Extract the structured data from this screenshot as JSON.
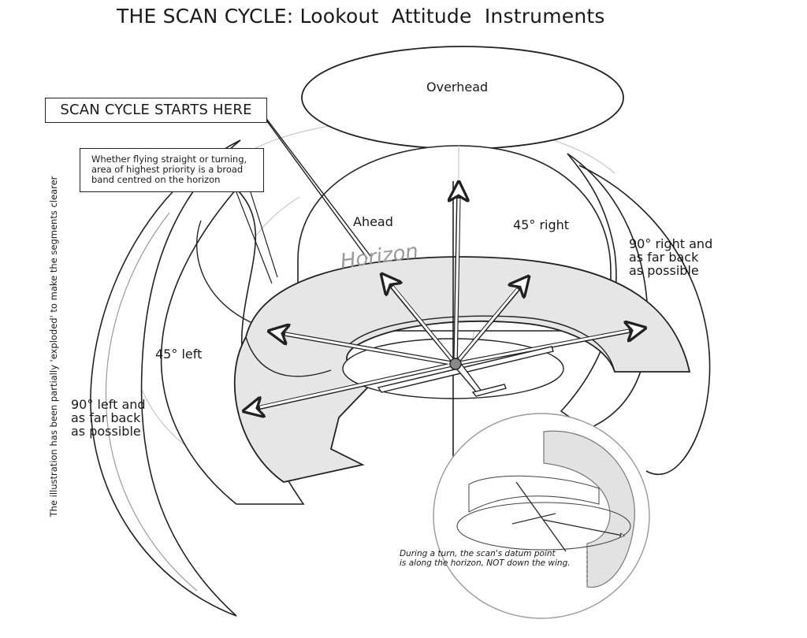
{
  "title": "THE SCAN CYCLE: Lookout  Attitude  Instruments",
  "callouts": {
    "start": "SCAN CYCLE STARTS HERE",
    "priority": "Whether flying straight or turning,\narea of highest priority is a broad\nband centred on the horizon"
  },
  "labels": {
    "overhead": "Overhead",
    "ahead": "Ahead",
    "right45": "45° right",
    "right90": "90° right and\nas far back\nas possible",
    "left45": "45° left",
    "left90": "90° left and\nas far back\nas possible",
    "horizon": "Horizon"
  },
  "side_note": "The illustration has been partially 'exploded' to make the segments clearer",
  "turn_note": "During a turn, the scan's datum point\nis along the horizon, NOT down the wing."
}
